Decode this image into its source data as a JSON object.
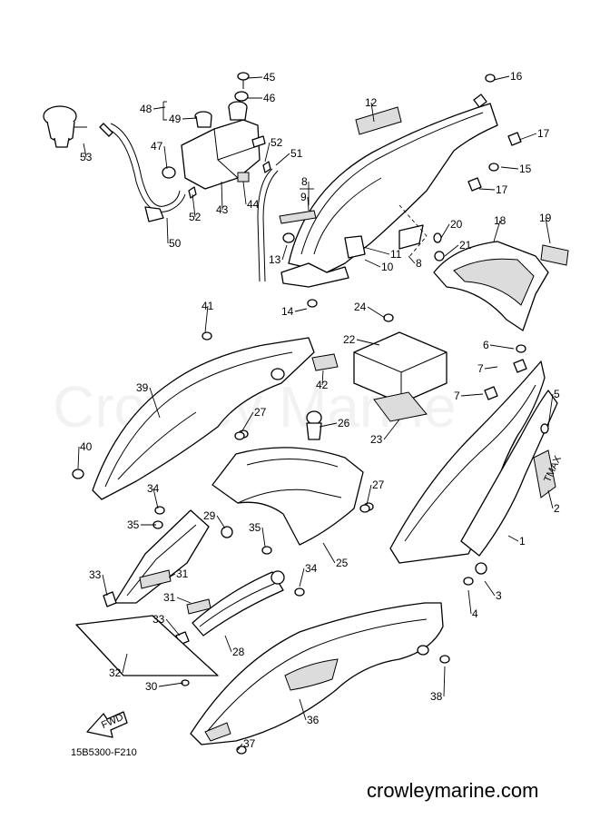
{
  "diagram": {
    "watermark": "Crowley Marine",
    "drawing_code": "15B5300-F210",
    "website": "crowleymarine.com",
    "direction_arrow": "FWD",
    "decal_text": "TMAX",
    "callouts": [
      {
        "id": "c1",
        "num": "1"
      },
      {
        "id": "c2",
        "num": "2"
      },
      {
        "id": "c3",
        "num": "3"
      },
      {
        "id": "c4",
        "num": "4"
      },
      {
        "id": "c5",
        "num": "5"
      },
      {
        "id": "c6",
        "num": "6"
      },
      {
        "id": "c7a",
        "num": "7"
      },
      {
        "id": "c7b",
        "num": "7"
      },
      {
        "id": "c8a",
        "num": "8"
      },
      {
        "id": "c8b",
        "num": "8"
      },
      {
        "id": "c9",
        "num": "9"
      },
      {
        "id": "c10",
        "num": "10"
      },
      {
        "id": "c11",
        "num": "11"
      },
      {
        "id": "c12",
        "num": "12"
      },
      {
        "id": "c13",
        "num": "13"
      },
      {
        "id": "c14",
        "num": "14"
      },
      {
        "id": "c15",
        "num": "15"
      },
      {
        "id": "c16",
        "num": "16"
      },
      {
        "id": "c17a",
        "num": "17"
      },
      {
        "id": "c17b",
        "num": "17"
      },
      {
        "id": "c18",
        "num": "18"
      },
      {
        "id": "c19",
        "num": "19"
      },
      {
        "id": "c20",
        "num": "20"
      },
      {
        "id": "c21",
        "num": "21"
      },
      {
        "id": "c22",
        "num": "22"
      },
      {
        "id": "c23",
        "num": "23"
      },
      {
        "id": "c24",
        "num": "24"
      },
      {
        "id": "c25",
        "num": "25"
      },
      {
        "id": "c26",
        "num": "26"
      },
      {
        "id": "c27a",
        "num": "27"
      },
      {
        "id": "c27b",
        "num": "27"
      },
      {
        "id": "c28",
        "num": "28"
      },
      {
        "id": "c29",
        "num": "29"
      },
      {
        "id": "c30",
        "num": "30"
      },
      {
        "id": "c31a",
        "num": "31"
      },
      {
        "id": "c31b",
        "num": "31"
      },
      {
        "id": "c32",
        "num": "32"
      },
      {
        "id": "c33a",
        "num": "33"
      },
      {
        "id": "c33b",
        "num": "33"
      },
      {
        "id": "c34a",
        "num": "34"
      },
      {
        "id": "c34b",
        "num": "34"
      },
      {
        "id": "c35a",
        "num": "35"
      },
      {
        "id": "c35b",
        "num": "35"
      },
      {
        "id": "c36",
        "num": "36"
      },
      {
        "id": "c37",
        "num": "37"
      },
      {
        "id": "c38",
        "num": "38"
      },
      {
        "id": "c39",
        "num": "39"
      },
      {
        "id": "c40",
        "num": "40"
      },
      {
        "id": "c41",
        "num": "41"
      },
      {
        "id": "c42",
        "num": "42"
      },
      {
        "id": "c43",
        "num": "43"
      },
      {
        "id": "c44",
        "num": "44"
      },
      {
        "id": "c45",
        "num": "45"
      },
      {
        "id": "c46",
        "num": "46"
      },
      {
        "id": "c47",
        "num": "47"
      },
      {
        "id": "c48",
        "num": "48"
      },
      {
        "id": "c49",
        "num": "49"
      },
      {
        "id": "c50",
        "num": "50"
      },
      {
        "id": "c51",
        "num": "51"
      },
      {
        "id": "c52a",
        "num": "52"
      },
      {
        "id": "c52b",
        "num": "52"
      },
      {
        "id": "c53",
        "num": "53"
      }
    ]
  }
}
